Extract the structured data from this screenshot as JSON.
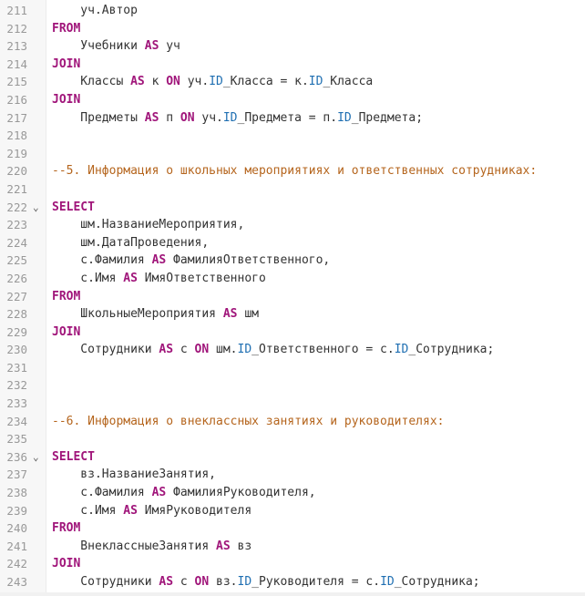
{
  "editor": {
    "language": "SQL",
    "colors": {
      "keyword": "#a0157a",
      "field": "#1f6fb2",
      "comment": "#b5651d",
      "text": "#333333",
      "line_number": "#999999"
    },
    "lines": [
      {
        "n": "211",
        "tokens": [
          {
            "t": "txt",
            "v": "    уч.Автор"
          }
        ]
      },
      {
        "n": "212",
        "tokens": [
          {
            "t": "kw",
            "v": "FROM"
          }
        ]
      },
      {
        "n": "213",
        "tokens": [
          {
            "t": "txt",
            "v": "    Учебники "
          },
          {
            "t": "kw",
            "v": "AS"
          },
          {
            "t": "txt",
            "v": " уч"
          }
        ]
      },
      {
        "n": "214",
        "tokens": [
          {
            "t": "kw",
            "v": "JOIN"
          }
        ]
      },
      {
        "n": "215",
        "tokens": [
          {
            "t": "txt",
            "v": "    Классы "
          },
          {
            "t": "kw",
            "v": "AS"
          },
          {
            "t": "txt",
            "v": " к "
          },
          {
            "t": "kw",
            "v": "ON"
          },
          {
            "t": "txt",
            "v": " уч."
          },
          {
            "t": "fld",
            "v": "ID"
          },
          {
            "t": "txt",
            "v": "_Класса = к."
          },
          {
            "t": "fld",
            "v": "ID"
          },
          {
            "t": "txt",
            "v": "_Класса"
          }
        ]
      },
      {
        "n": "216",
        "tokens": [
          {
            "t": "kw",
            "v": "JOIN"
          }
        ]
      },
      {
        "n": "217",
        "tokens": [
          {
            "t": "txt",
            "v": "    Предметы "
          },
          {
            "t": "kw",
            "v": "AS"
          },
          {
            "t": "txt",
            "v": " п "
          },
          {
            "t": "kw",
            "v": "ON"
          },
          {
            "t": "txt",
            "v": " уч."
          },
          {
            "t": "fld",
            "v": "ID"
          },
          {
            "t": "txt",
            "v": "_Предмета = п."
          },
          {
            "t": "fld",
            "v": "ID"
          },
          {
            "t": "txt",
            "v": "_Предмета;"
          }
        ]
      },
      {
        "n": "218",
        "tokens": []
      },
      {
        "n": "219",
        "tokens": []
      },
      {
        "n": "220",
        "tokens": [
          {
            "t": "cmt",
            "v": "--5. Информация о школьных мероприятиях и ответственных сотрудниках:"
          }
        ]
      },
      {
        "n": "221",
        "tokens": []
      },
      {
        "n": "222",
        "fold": "⌄",
        "tokens": [
          {
            "t": "kw",
            "v": "SELECT"
          }
        ]
      },
      {
        "n": "223",
        "tokens": [
          {
            "t": "txt",
            "v": "    шм.НазваниеМероприятия,"
          }
        ]
      },
      {
        "n": "224",
        "tokens": [
          {
            "t": "txt",
            "v": "    шм.ДатаПроведения,"
          }
        ]
      },
      {
        "n": "225",
        "tokens": [
          {
            "t": "txt",
            "v": "    с.Фамилия "
          },
          {
            "t": "kw",
            "v": "AS"
          },
          {
            "t": "txt",
            "v": " ФамилияОтветственного,"
          }
        ]
      },
      {
        "n": "226",
        "tokens": [
          {
            "t": "txt",
            "v": "    с.Имя "
          },
          {
            "t": "kw",
            "v": "AS"
          },
          {
            "t": "txt",
            "v": " ИмяОтветственного"
          }
        ]
      },
      {
        "n": "227",
        "tokens": [
          {
            "t": "kw",
            "v": "FROM"
          }
        ]
      },
      {
        "n": "228",
        "tokens": [
          {
            "t": "txt",
            "v": "    ШкольныеМероприятия "
          },
          {
            "t": "kw",
            "v": "AS"
          },
          {
            "t": "txt",
            "v": " шм"
          }
        ]
      },
      {
        "n": "229",
        "tokens": [
          {
            "t": "kw",
            "v": "JOIN"
          }
        ]
      },
      {
        "n": "230",
        "tokens": [
          {
            "t": "txt",
            "v": "    Сотрудники "
          },
          {
            "t": "kw",
            "v": "AS"
          },
          {
            "t": "txt",
            "v": " с "
          },
          {
            "t": "kw",
            "v": "ON"
          },
          {
            "t": "txt",
            "v": " шм."
          },
          {
            "t": "fld",
            "v": "ID"
          },
          {
            "t": "txt",
            "v": "_Ответственного = с."
          },
          {
            "t": "fld",
            "v": "ID"
          },
          {
            "t": "txt",
            "v": "_Сотрудника;"
          }
        ]
      },
      {
        "n": "231",
        "tokens": []
      },
      {
        "n": "232",
        "tokens": []
      },
      {
        "n": "233",
        "tokens": []
      },
      {
        "n": "234",
        "tokens": [
          {
            "t": "cmt",
            "v": "--6. Информация о внеклассных занятиях и руководителях:"
          }
        ]
      },
      {
        "n": "235",
        "tokens": []
      },
      {
        "n": "236",
        "fold": "⌄",
        "tokens": [
          {
            "t": "kw",
            "v": "SELECT"
          }
        ]
      },
      {
        "n": "237",
        "tokens": [
          {
            "t": "txt",
            "v": "    вз.НазваниеЗанятия,"
          }
        ]
      },
      {
        "n": "238",
        "tokens": [
          {
            "t": "txt",
            "v": "    с.Фамилия "
          },
          {
            "t": "kw",
            "v": "AS"
          },
          {
            "t": "txt",
            "v": " ФамилияРуководителя,"
          }
        ]
      },
      {
        "n": "239",
        "tokens": [
          {
            "t": "txt",
            "v": "    с.Имя "
          },
          {
            "t": "kw",
            "v": "AS"
          },
          {
            "t": "txt",
            "v": " ИмяРуководителя"
          }
        ]
      },
      {
        "n": "240",
        "tokens": [
          {
            "t": "kw",
            "v": "FROM"
          }
        ]
      },
      {
        "n": "241",
        "tokens": [
          {
            "t": "txt",
            "v": "    ВнеклассныеЗанятия "
          },
          {
            "t": "kw",
            "v": "AS"
          },
          {
            "t": "txt",
            "v": " вз"
          }
        ]
      },
      {
        "n": "242",
        "tokens": [
          {
            "t": "kw",
            "v": "JOIN"
          }
        ]
      },
      {
        "n": "243",
        "tokens": [
          {
            "t": "txt",
            "v": "    Сотрудники "
          },
          {
            "t": "kw",
            "v": "AS"
          },
          {
            "t": "txt",
            "v": " с "
          },
          {
            "t": "kw",
            "v": "ON"
          },
          {
            "t": "txt",
            "v": " вз."
          },
          {
            "t": "fld",
            "v": "ID"
          },
          {
            "t": "txt",
            "v": "_Руководителя = с."
          },
          {
            "t": "fld",
            "v": "ID"
          },
          {
            "t": "txt",
            "v": "_Сотрудника;"
          }
        ]
      }
    ]
  }
}
